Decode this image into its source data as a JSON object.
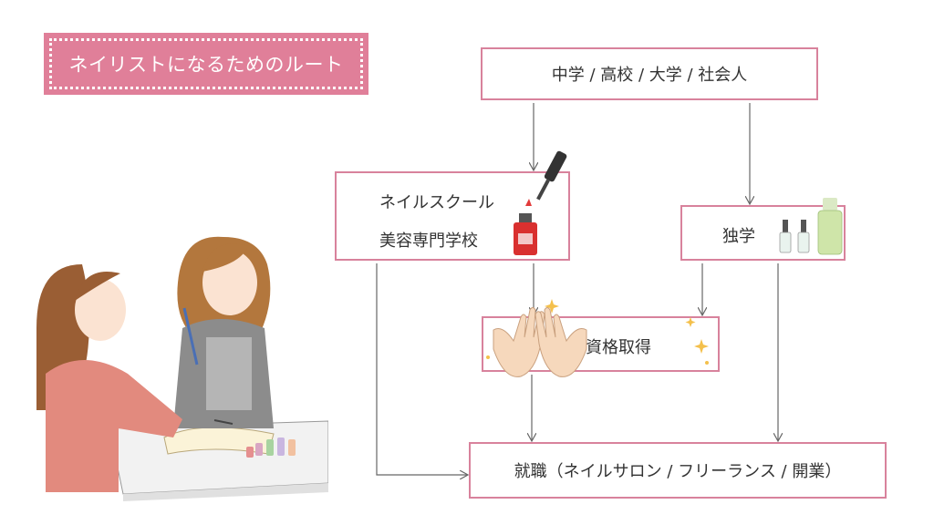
{
  "title": "ネイリストになるためのルート",
  "nodes": {
    "start": "中学 / 高校 / 大学 / 社会人",
    "school_line1": "ネイルスクール",
    "school_line2": "美容専門学校",
    "self": "独学",
    "cert": "資格取得",
    "job": "就職（ネイルサロン / フリーランス / 開業）"
  },
  "colors": {
    "accent": "#e07f99",
    "border": "#d8829c",
    "arrow": "#666666"
  }
}
